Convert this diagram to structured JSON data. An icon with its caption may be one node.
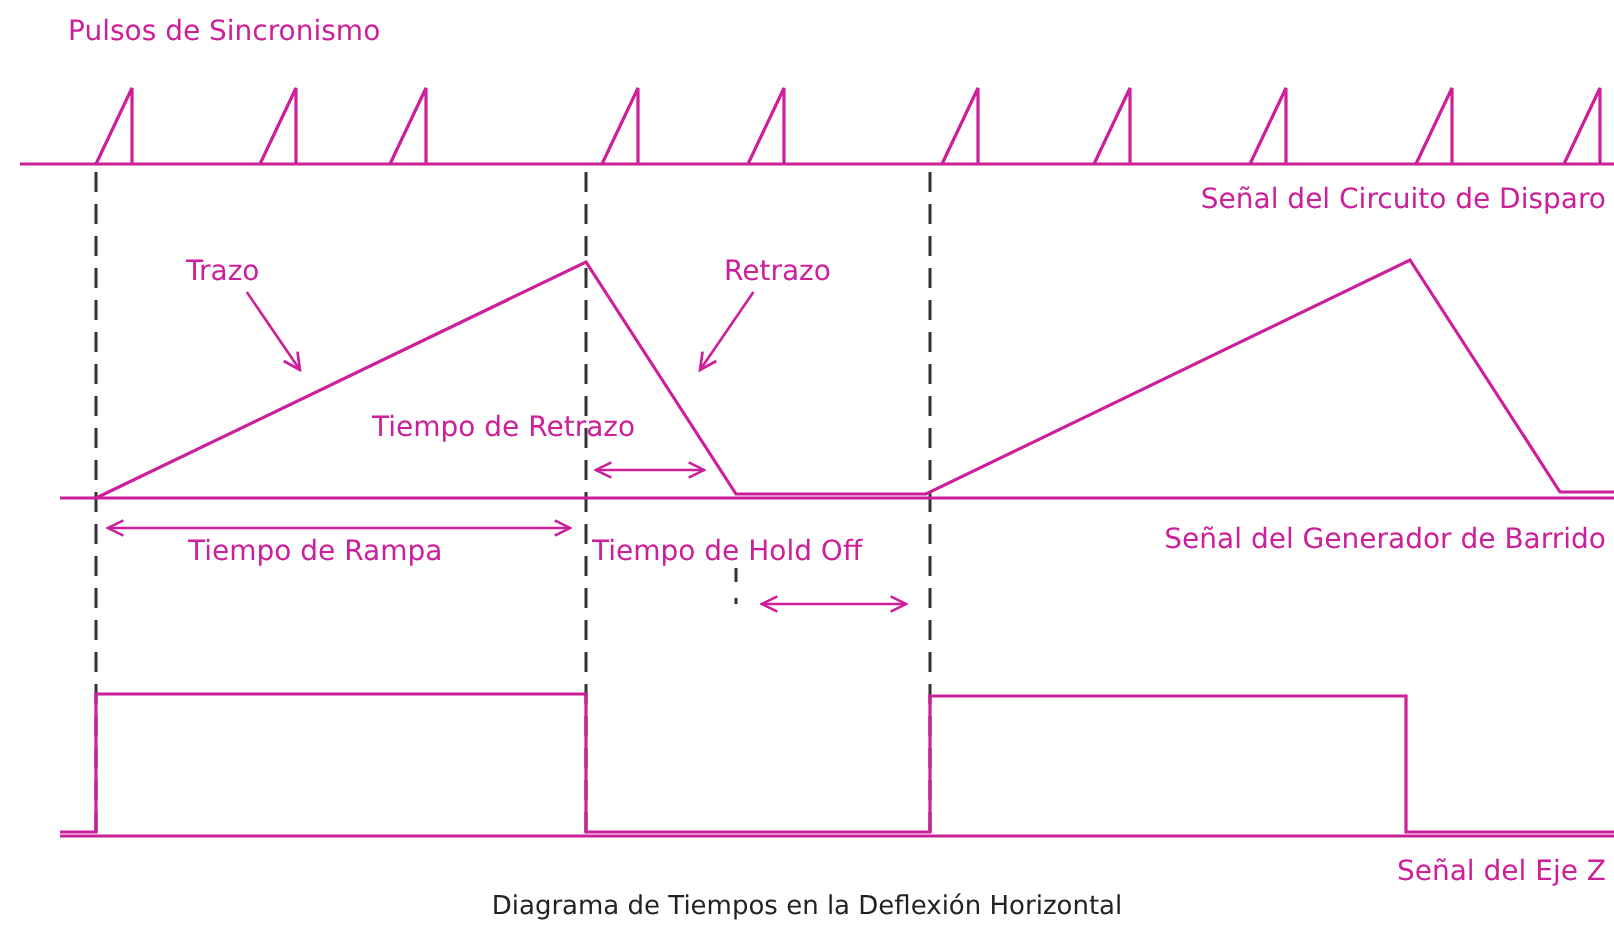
{
  "diagram": {
    "caption": "Diagrama de Tiempos en la Deflexión Horizontal",
    "nodes": [
      {
        "text": [
          "Trazo"
        ]
      },
      {
        "text": [
          "Retrazo"
        ]
      }
    ],
    "edges": [
      {
        "from": 0,
        "to": null,
        "arrow": "to"
      },
      {
        "from": 1,
        "to": null,
        "arrow": "to"
      }
    ],
    "labels": [
      "Pulsos de Sincronismo",
      "Señal del Circuito de Disparo",
      "Tiempo de Retrazo",
      "Tiempo de Rampa",
      "Tiempo de Hold Off",
      "Señal del Generador de Barrido",
      "Señal del Eje Z"
    ]
  }
}
